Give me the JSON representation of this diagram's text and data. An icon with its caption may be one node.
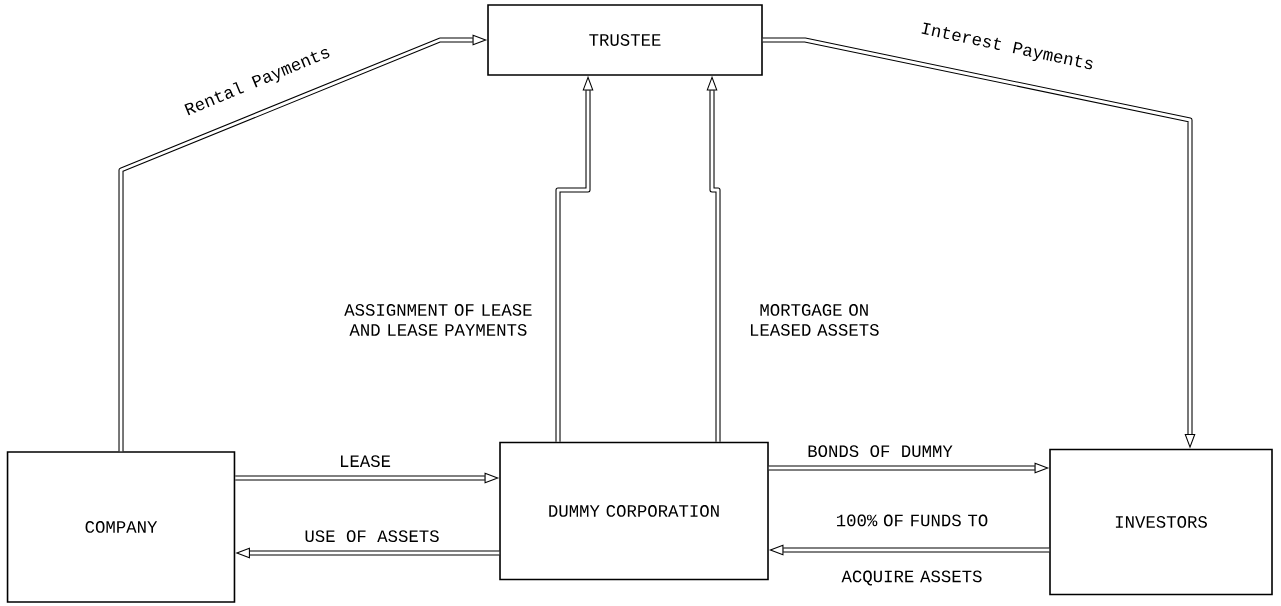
{
  "diagram": {
    "nodes": [
      {
        "text": [
          "TRUSTEE"
        ]
      },
      {
        "text": [
          "COMPANY"
        ]
      },
      {
        "text": [
          "DUMMY CORPORATION"
        ]
      },
      {
        "text": [
          "INVESTORS"
        ]
      }
    ],
    "edges": [
      {
        "from": 1,
        "to": 0,
        "arrow": "to",
        "label": "Rental Payments"
      },
      {
        "from": 0,
        "to": 3,
        "arrow": "to",
        "label": "Interest Payments"
      },
      {
        "from": 2,
        "to": 0,
        "arrow": "to",
        "label": "ASSIGNMENT OF LEASE AND LEASE PAYMENTS"
      },
      {
        "from": 2,
        "to": 0,
        "arrow": "to",
        "label": "MORTGAGE ON LEASED ASSETS"
      },
      {
        "from": 1,
        "to": 2,
        "arrow": "to",
        "label": "LEASE"
      },
      {
        "from": 2,
        "to": 1,
        "arrow": "to",
        "label": "USE OF ASSETS"
      },
      {
        "from": 2,
        "to": 3,
        "arrow": "to",
        "label": "BONDS OF DUMMY"
      },
      {
        "from": 3,
        "to": 2,
        "arrow": "to",
        "label": "100% OF FUNDS TO ACQUIRE ASSETS"
      }
    ]
  }
}
